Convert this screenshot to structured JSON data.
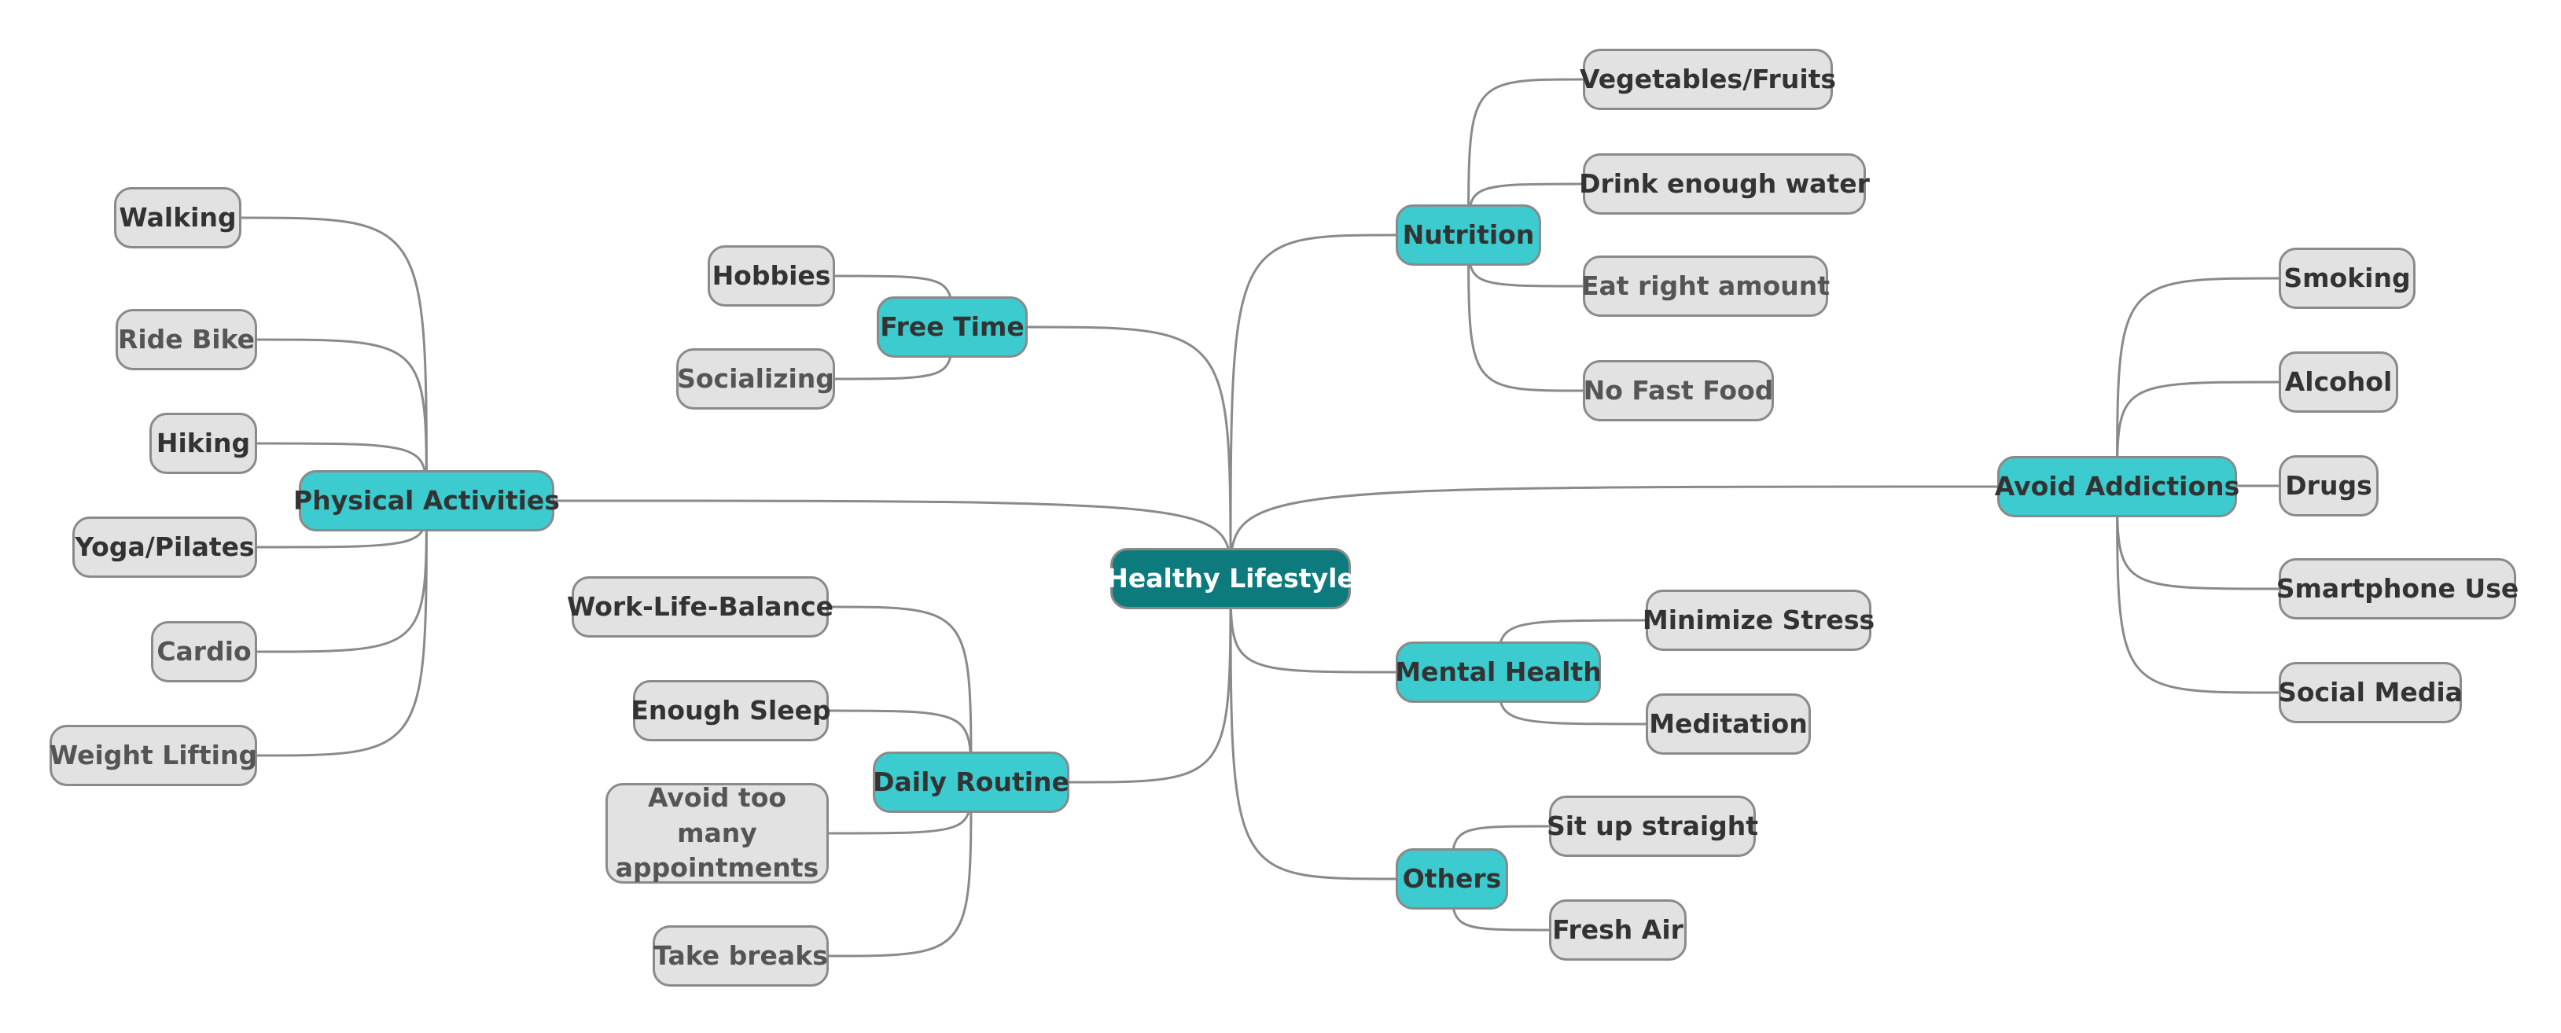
{
  "mindmap": {
    "root": "Healthy Lifestyle",
    "branches": [
      {
        "id": "free-time",
        "label": "Free Time",
        "leaves": [
          "Hobbies",
          "Socializing"
        ]
      },
      {
        "id": "nutrition",
        "label": "Nutrition",
        "leaves": [
          "Vegetables/Fruits",
          "Drink enough water",
          "Eat right amount",
          "No Fast Food"
        ]
      },
      {
        "id": "physical-activities",
        "label": "Physical Activities",
        "leaves": [
          "Walking",
          "Ride Bike",
          "Hiking",
          "Yoga/Pilates",
          "Cardio",
          "Weight Lifting"
        ]
      },
      {
        "id": "avoid-addictions",
        "label": "Avoid Addictions",
        "leaves": [
          "Smoking",
          "Alcohol",
          "Drugs",
          "Smartphone Use",
          "Social Media"
        ]
      },
      {
        "id": "mental-health",
        "label": "Mental Health",
        "leaves": [
          "Minimize Stress",
          "Meditation"
        ]
      },
      {
        "id": "daily-routine",
        "label": "Daily Routine",
        "leaves": [
          "Work-Life-Balance",
          "Enough Sleep",
          "Avoid too many appointments",
          "Take breaks"
        ]
      },
      {
        "id": "others",
        "label": "Others",
        "leaves": [
          "Sit up straight",
          "Fresh Air"
        ]
      }
    ]
  },
  "colors": {
    "root_fill": "#0d7b7e",
    "branch_fill": "#3ccbcf",
    "leaf_fill": "#e2e2e2",
    "border": "#8a8a8a",
    "link": "#8a8a8a"
  }
}
